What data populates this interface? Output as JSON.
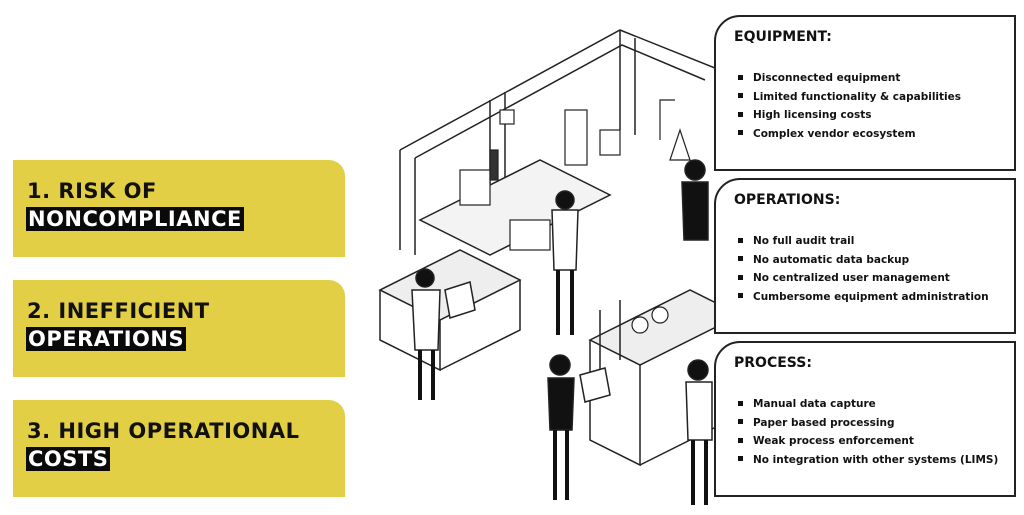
{
  "problems": [
    {
      "line1": "1. RISK OF",
      "line2": "NONCOMPLIANCE"
    },
    {
      "line1": "2. INEFFICIENT",
      "line2": "OPERATIONS"
    },
    {
      "line1": "3. HIGH OPERATIONAL",
      "line2": "COSTS"
    }
  ],
  "panels": [
    {
      "title": "EQUIPMENT:",
      "items": [
        "Disconnected equipment",
        "Limited functionality & capabilities",
        "High licensing costs",
        "Complex vendor ecosystem"
      ]
    },
    {
      "title": "OPERATIONS:",
      "items": [
        "No full audit trail",
        "No automatic data backup",
        "No centralized user management",
        "Cumbersome equipment administration"
      ]
    },
    {
      "title": "PROCESS:",
      "items": [
        "Manual data capture",
        "Paper based processing",
        "Weak process enforcement",
        "No integration with other systems (LIMS)"
      ]
    }
  ],
  "colors": {
    "accent": "#e3cf45",
    "ink": "#111111"
  }
}
